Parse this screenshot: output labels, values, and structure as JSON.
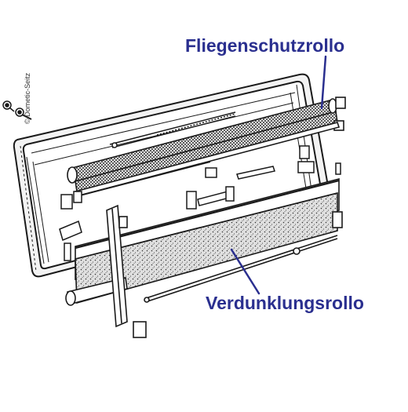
{
  "colors": {
    "label": "#2a2f8f",
    "line": "#1a1a1a",
    "stroke_accent": "#2a2f8f",
    "background": "#ffffff",
    "frame_fill": "#eeeeee",
    "screen_fill": "#9a9a9a",
    "shade_fill": "#c9c9c9"
  },
  "labels": {
    "insect_screen": "Fliegenschutzrollo",
    "blackout_blind": "Verdunklungsrollo"
  },
  "copyright": "© Dometic-Seitz"
}
